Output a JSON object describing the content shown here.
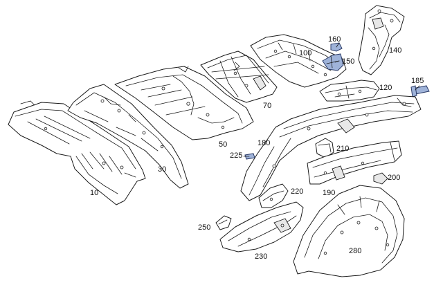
{
  "diagram": {
    "type": "exploded-parts-diagram",
    "parts": [
      {
        "id": "part-10",
        "number": "10"
      },
      {
        "id": "part-30",
        "number": "30"
      },
      {
        "id": "part-50",
        "number": "50"
      },
      {
        "id": "part-70",
        "number": "70"
      },
      {
        "id": "part-100",
        "number": "100"
      },
      {
        "id": "part-120",
        "number": "120"
      },
      {
        "id": "part-140",
        "number": "140"
      },
      {
        "id": "part-150",
        "number": "150"
      },
      {
        "id": "part-160",
        "number": "160"
      },
      {
        "id": "part-180",
        "number": "180"
      },
      {
        "id": "part-185",
        "number": "185"
      },
      {
        "id": "part-190",
        "number": "190"
      },
      {
        "id": "part-200",
        "number": "200"
      },
      {
        "id": "part-210",
        "number": "210"
      },
      {
        "id": "part-220",
        "number": "220"
      },
      {
        "id": "part-225",
        "number": "225"
      },
      {
        "id": "part-230",
        "number": "230"
      },
      {
        "id": "part-250",
        "number": "250"
      },
      {
        "id": "part-280",
        "number": "280"
      }
    ]
  },
  "colors": {
    "outline": "#1a1a1a",
    "fill": "#ffffff",
    "highlight_fastener": "#9fb3d9"
  }
}
